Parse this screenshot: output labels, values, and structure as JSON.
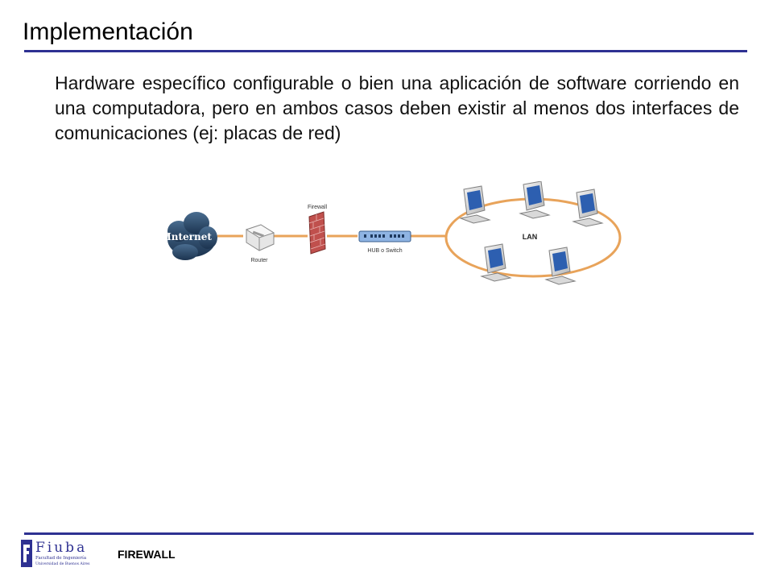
{
  "slide": {
    "title": "Implementación",
    "body": "Hardware específico configurable o bien una aplicación de software corriendo en  una computadora, pero en ambos casos deben existir al menos dos interfaces de comunicaciones (ej: placas de red)"
  },
  "diagram": {
    "internet_label": "Internet",
    "router_label": "Router",
    "firewall_label": "Firewall",
    "hub_label": "HUB o Switch",
    "lan_label": "LAN",
    "colors": {
      "link": "#e8a35a",
      "cloud": "#2b4a6b",
      "firewall": "#c0504d"
    }
  },
  "footer": {
    "label": "FIREWALL",
    "logo_text": "Fiuba",
    "logo_subtitle_1": "Facultad de Ingeniería",
    "logo_subtitle_2": "Universidad de Buenos Aires"
  }
}
